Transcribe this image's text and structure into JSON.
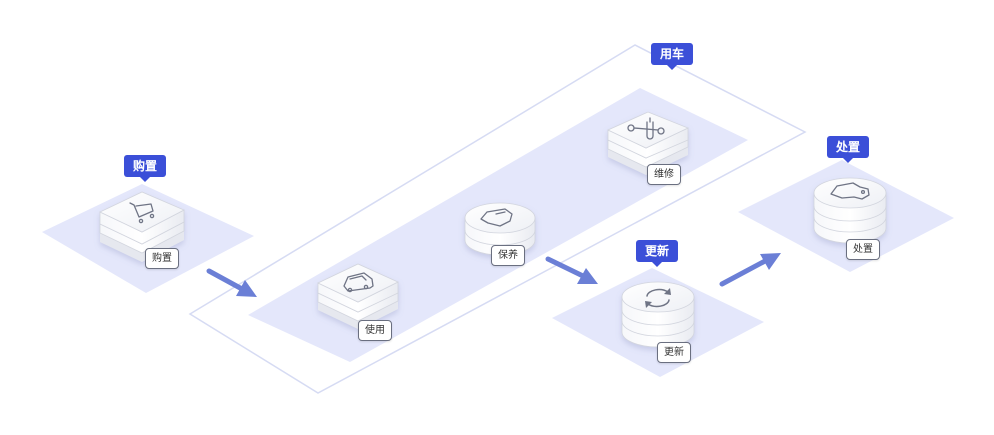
{
  "colors": {
    "plate": "#e4e7fb",
    "frame_stroke": "#d6dbf3",
    "tag_bg": "#3b4fd8",
    "arrow": "#6b7fd6",
    "icon_stroke": "#6f7485"
  },
  "stages": {
    "purchase": {
      "tag": "购置",
      "label": "购置",
      "icon": "shopping-cart-icon"
    },
    "use_group": {
      "tag": "用车"
    },
    "use": {
      "label": "使用",
      "icon": "car-icon"
    },
    "maintain": {
      "label": "保养",
      "icon": "car-icon"
    },
    "repair": {
      "label": "维修",
      "icon": "wrench-screwdriver-icon"
    },
    "renew": {
      "tag": "更新",
      "label": "更新",
      "icon": "refresh-icon"
    },
    "dispose": {
      "tag": "处置",
      "label": "处置",
      "icon": "car-tag-icon"
    }
  }
}
